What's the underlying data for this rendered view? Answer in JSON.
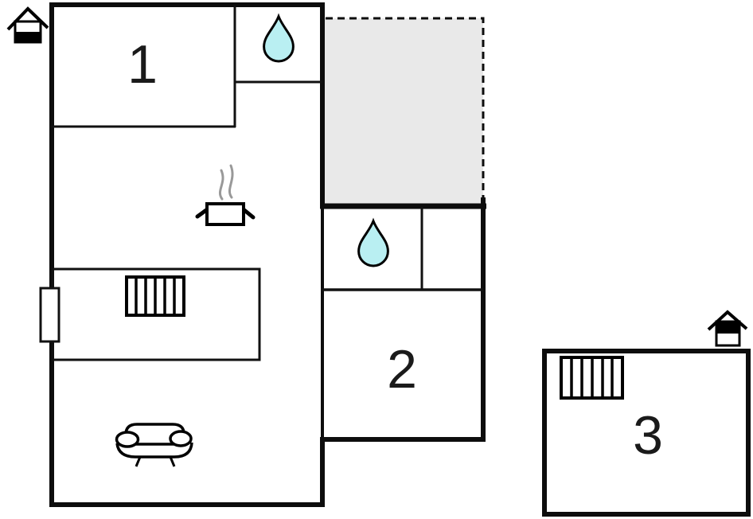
{
  "plan": {
    "background": "#ffffff",
    "wall_color": "#0d0d0d",
    "rooms": [
      {
        "label": "1"
      },
      {
        "label": "2"
      },
      {
        "label": "3"
      }
    ],
    "terrace": {
      "fill": "#e9e9e9",
      "border_style": "dashed"
    },
    "water_drop": {
      "fill": "#b9eff2"
    },
    "steam_color": "#999999",
    "icons": [
      "entrance-icon",
      "water-drop-icon",
      "radiator-icon",
      "stove-icon",
      "sofa-icon",
      "window-marker"
    ]
  }
}
